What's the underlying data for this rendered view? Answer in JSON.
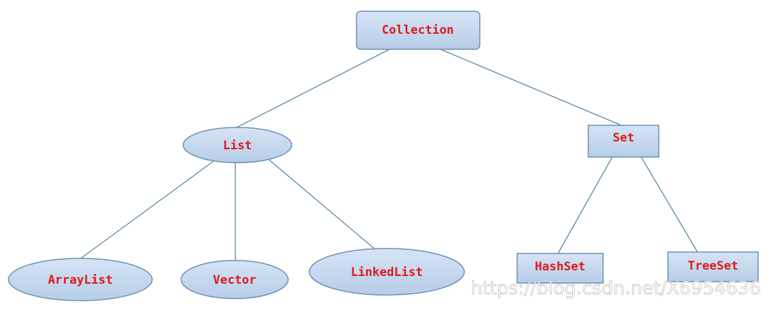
{
  "diagram": {
    "nodes": {
      "collection": "Collection",
      "list": "List",
      "set": "Set",
      "arraylist": "ArrayList",
      "vector": "Vector",
      "linkedlist": "LinkedList",
      "hashset": "HashSet",
      "treeset": "TreeSet"
    },
    "colors": {
      "node_fill": "#c6d9f1",
      "node_border": "#6d8fb3",
      "label_text": "#e01919",
      "edge": "#5b8aa6"
    }
  },
  "watermark": "https://blog.csdn.net/X6954636"
}
